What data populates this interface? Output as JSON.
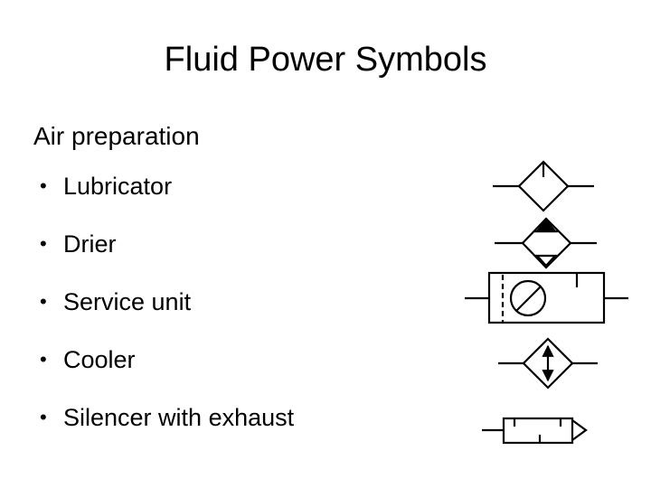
{
  "slide": {
    "title": "Fluid Power Symbols",
    "section_heading": "Air preparation",
    "bullet_char": "•",
    "items": [
      {
        "label": "Lubricator",
        "symbol": "lubricator-symbol"
      },
      {
        "label": "Drier",
        "symbol": "drier-symbol"
      },
      {
        "label": "Service unit",
        "symbol": "service-unit-symbol"
      },
      {
        "label": "Cooler",
        "symbol": "cooler-symbol"
      },
      {
        "label": "Silencer with exhaust",
        "symbol": "silencer-exhaust-symbol"
      }
    ]
  },
  "colors": {
    "background": "#ffffff",
    "stroke": "#000000",
    "text": "#000000"
  }
}
